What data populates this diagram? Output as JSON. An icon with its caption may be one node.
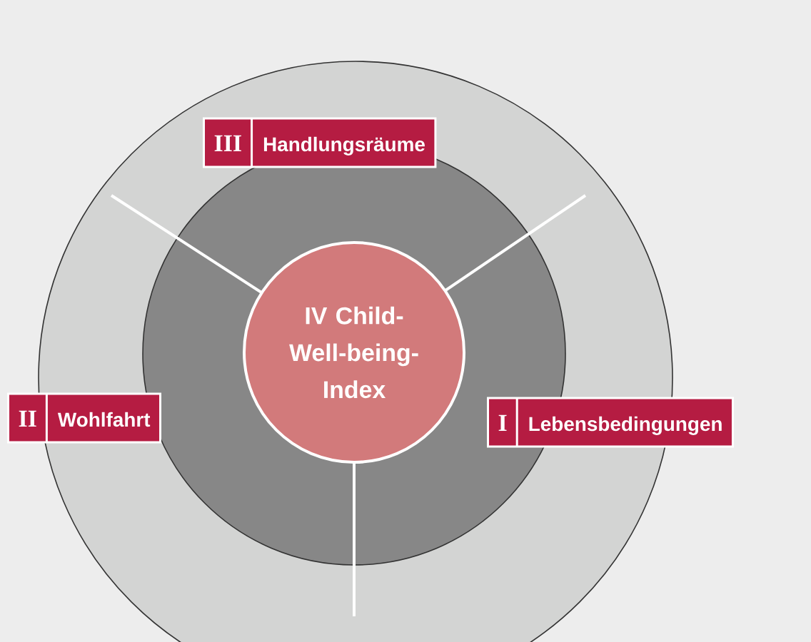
{
  "diagram": {
    "nodes": [
      {
        "text": [
          "III",
          "Handlungsräume"
        ]
      },
      {
        "text": [
          "IV Child- Well-being- Index"
        ]
      },
      {
        "text": [
          "II",
          "Wohlfahrt"
        ]
      },
      {
        "text": [
          "I",
          "Lebensbedingungen"
        ]
      }
    ]
  }
}
